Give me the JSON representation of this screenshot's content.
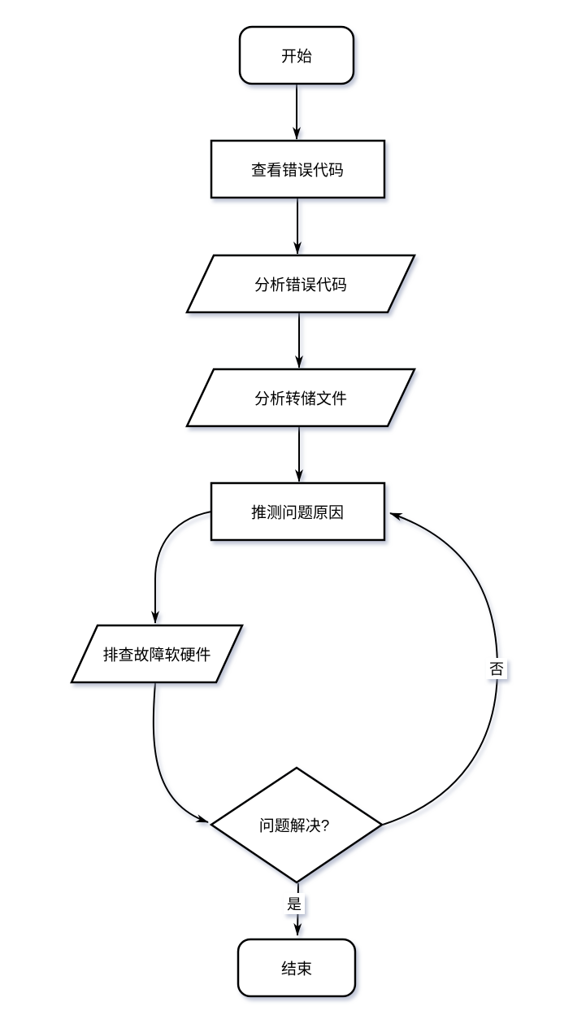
{
  "diagram": {
    "type": "flowchart",
    "background": "#ffffff",
    "colors": {
      "node_fill": "#ffffff",
      "node_stroke": "#000000",
      "edge_stroke": "#000000",
      "text": "#000000",
      "shadow": "#8c96b4"
    },
    "nodes": [
      {
        "id": "start",
        "shape": "rounded-rectangle",
        "label": "开始"
      },
      {
        "id": "view-error-code",
        "shape": "rectangle",
        "label": "查看错误代码"
      },
      {
        "id": "analyze-error-code",
        "shape": "parallelogram",
        "label": "分析错误代码"
      },
      {
        "id": "analyze-dump-file",
        "shape": "parallelogram",
        "label": "分析转储文件"
      },
      {
        "id": "infer-problem-cause",
        "shape": "rectangle",
        "label": "推测问题原因"
      },
      {
        "id": "troubleshoot-software-hardware",
        "shape": "parallelogram",
        "label": "排查故障软硬件"
      },
      {
        "id": "problem-solved",
        "shape": "diamond",
        "label": "问题解决?"
      },
      {
        "id": "end",
        "shape": "rounded-rectangle",
        "label": "结束"
      }
    ],
    "edges": [
      {
        "from": "start",
        "to": "view-error-code",
        "label": ""
      },
      {
        "from": "view-error-code",
        "to": "analyze-error-code",
        "label": ""
      },
      {
        "from": "analyze-error-code",
        "to": "analyze-dump-file",
        "label": ""
      },
      {
        "from": "analyze-dump-file",
        "to": "infer-problem-cause",
        "label": ""
      },
      {
        "from": "infer-problem-cause",
        "to": "troubleshoot-software-hardware",
        "label": ""
      },
      {
        "from": "troubleshoot-software-hardware",
        "to": "problem-solved",
        "label": ""
      },
      {
        "from": "problem-solved",
        "to": "infer-problem-cause",
        "label": "否"
      },
      {
        "from": "problem-solved",
        "to": "end",
        "label": "是"
      }
    ]
  }
}
